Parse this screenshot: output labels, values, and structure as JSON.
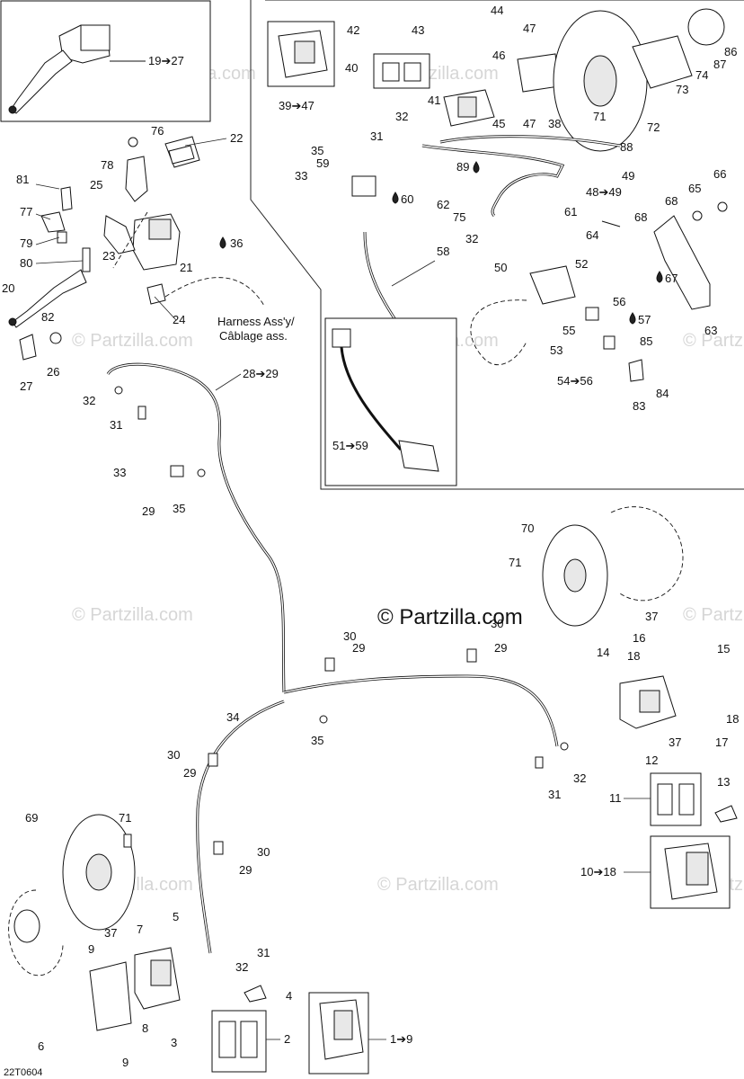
{
  "copyright": "© Partzilla.com",
  "watermark": "© Partzilla.com",
  "diagram_code": "22T0604",
  "harness_note": [
    "Harness Ass'y/",
    "Câblage ass."
  ],
  "callouts": {
    "c1_9": "1➔9",
    "c2": "2",
    "c3": "3",
    "c4": "4",
    "c5": "5",
    "c6": "6",
    "c7": "7",
    "c8": "8",
    "c9a": "9",
    "c9b": "9",
    "c10_18": "10➔18",
    "c11": "11",
    "c12": "12",
    "c13": "13",
    "c14": "14",
    "c15": "15",
    "c16": "16",
    "c17": "17",
    "c18a": "18",
    "c18b": "18",
    "c19_27": "19➔27",
    "c20": "20",
    "c21": "21",
    "c22": "22",
    "c23": "23",
    "c24": "24",
    "c25": "25",
    "c26": "26",
    "c27": "27",
    "c28_29": "28➔29",
    "c29a": "29",
    "c29b": "29",
    "c29c": "29",
    "c29d": "29",
    "c29e": "29",
    "c30a": "30",
    "c30b": "30",
    "c30c": "30",
    "c30d": "30",
    "c31a": "31",
    "c31b": "31",
    "c31c": "31",
    "c31d": "31",
    "c32a": "32",
    "c32b": "32",
    "c32c": "32",
    "c32d": "32",
    "c32e": "32",
    "c33a": "33",
    "c33b": "33",
    "c34": "34",
    "c35a": "35",
    "c35b": "35",
    "c35c": "35",
    "c36": "36",
    "c37a": "37",
    "c37b": "37",
    "c37c": "37",
    "c38": "38",
    "c39_47": "39➔47",
    "c40": "40",
    "c41": "41",
    "c42": "42",
    "c43": "43",
    "c44": "44",
    "c45": "45",
    "c46": "46",
    "c47a": "47",
    "c47b": "47",
    "c48_49": "48➔49",
    "c49": "49",
    "c50": "50",
    "c51_59": "51➔59",
    "c52": "52",
    "c53": "53",
    "c54_56": "54➔56",
    "c55": "55",
    "c56": "56",
    "c57": "57",
    "c58": "58",
    "c59": "59",
    "c60": "60",
    "c61": "61",
    "c62": "62",
    "c63": "63",
    "c64": "64",
    "c65": "65",
    "c66": "66",
    "c67": "67",
    "c68a": "68",
    "c68b": "68",
    "c69": "69",
    "c70": "70",
    "c71a": "71",
    "c71b": "71",
    "c71c": "71",
    "c72": "72",
    "c73": "73",
    "c74": "74",
    "c75": "75",
    "c76": "76",
    "c77": "77",
    "c78": "78",
    "c79": "79",
    "c80": "80",
    "c81": "81",
    "c82": "82",
    "c83": "83",
    "c84": "84",
    "c85": "85",
    "c86": "86",
    "c87": "87",
    "c88": "88",
    "c89": "89"
  }
}
